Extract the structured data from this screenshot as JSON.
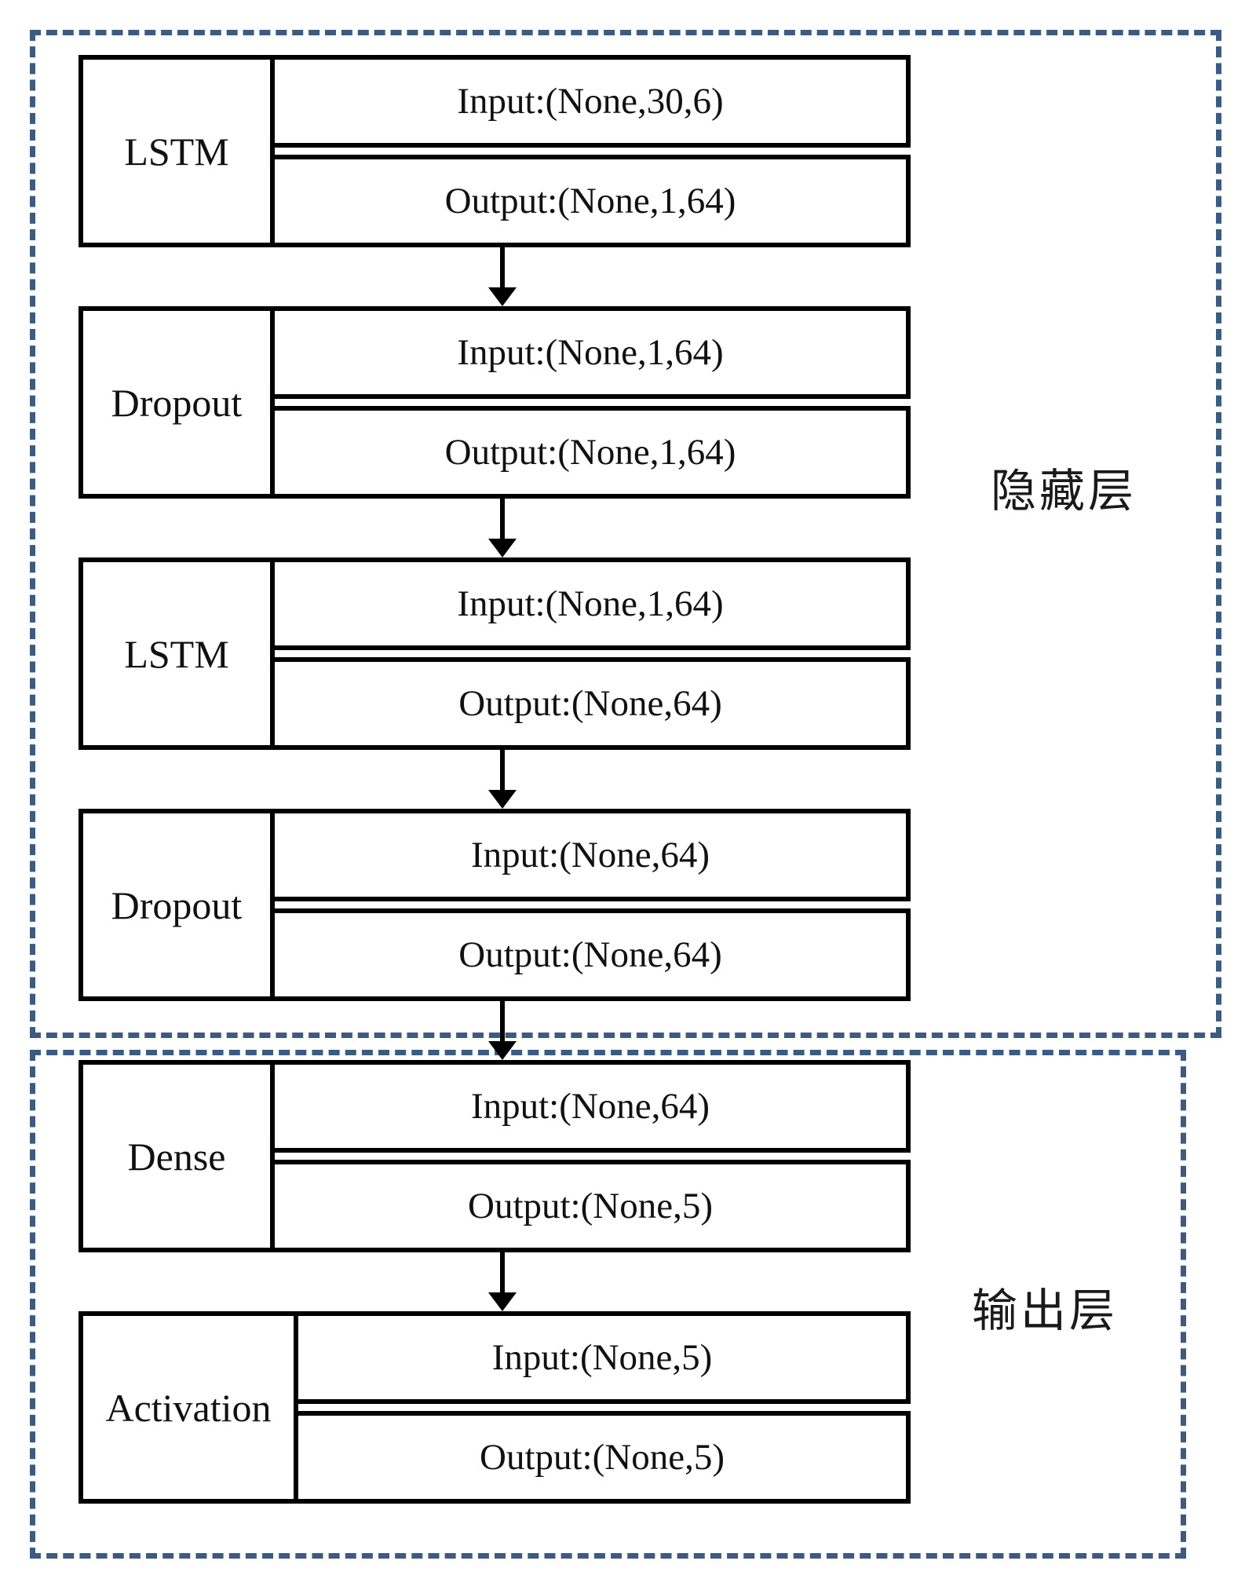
{
  "diagram": {
    "groups": [
      {
        "label": "隐藏层"
      },
      {
        "label": "输出层"
      }
    ],
    "layers": [
      {
        "name": "LSTM",
        "input": "Input:(None,30,6)",
        "output": "Output:(None,1,64)"
      },
      {
        "name": "Dropout",
        "input": "Input:(None,1,64)",
        "output": "Output:(None,1,64)"
      },
      {
        "name": "LSTM",
        "input": "Input:(None,1,64)",
        "output": "Output:(None,64)"
      },
      {
        "name": "Dropout",
        "input": "Input:(None,64)",
        "output": "Output:(None,64)"
      },
      {
        "name": "Dense",
        "input": "Input:(None,64)",
        "output": "Output:(None,5)"
      },
      {
        "name": "Activation",
        "input": "Input:(None,5)",
        "output": "Output:(None,5)"
      }
    ],
    "colors": {
      "block_border": "#000000",
      "group_border": "#3d5a80",
      "background": "#ffffff",
      "text": "#111111"
    }
  }
}
